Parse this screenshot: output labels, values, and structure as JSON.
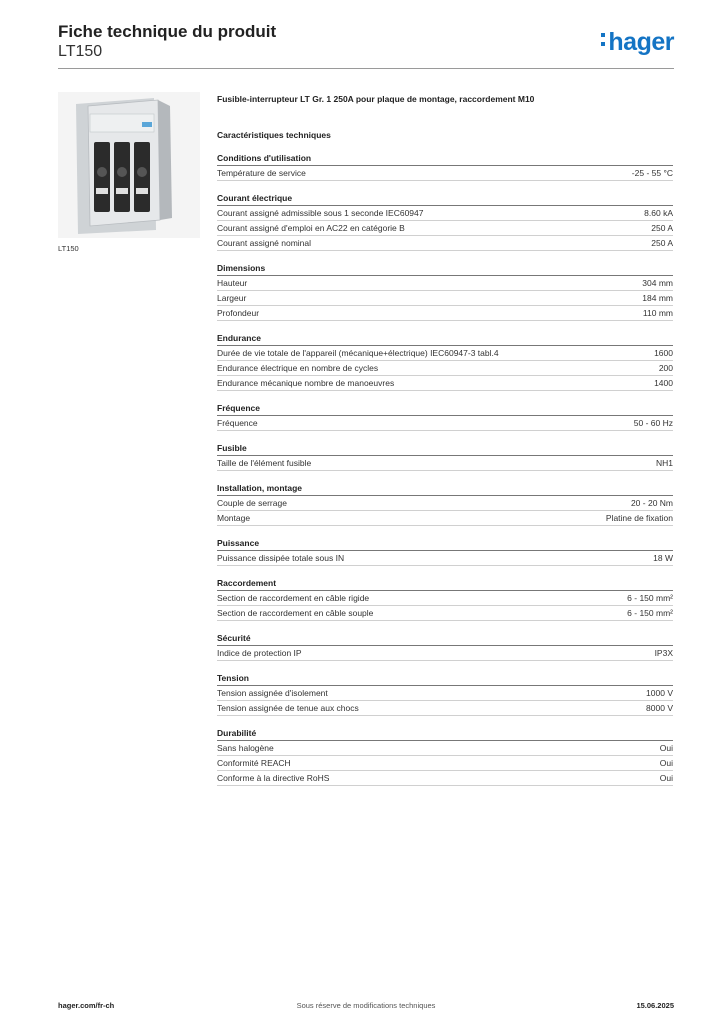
{
  "header": {
    "title": "Fiche technique du produit",
    "subtitle": "LT150",
    "brand": "hager",
    "brand_color": "#1474c4"
  },
  "image": {
    "caption": "LT150"
  },
  "product": {
    "description": "Fusible-interrupteur LT Gr. 1 250A pour plaque de montage, raccordement M10",
    "tech_heading": "Caractéristiques techniques"
  },
  "sections": [
    {
      "title": "Conditions d'utilisation",
      "rows": [
        {
          "label": "Température de service",
          "value": "-25 - 55 °C"
        }
      ]
    },
    {
      "title": "Courant électrique",
      "rows": [
        {
          "label": "Courant assigné admissible sous 1 seconde IEC60947",
          "value": "8.60 kA"
        },
        {
          "label": "Courant assigné d'emploi en AC22 en catégorie B",
          "value": "250 A"
        },
        {
          "label": "Courant assigné nominal",
          "value": "250 A"
        }
      ]
    },
    {
      "title": "Dimensions",
      "rows": [
        {
          "label": "Hauteur",
          "value": "304 mm"
        },
        {
          "label": "Largeur",
          "value": "184 mm"
        },
        {
          "label": "Profondeur",
          "value": "110 mm"
        }
      ]
    },
    {
      "title": "Endurance",
      "rows": [
        {
          "label": "Durée de vie totale de l'appareil (mécanique+électrique) IEC60947-3 tabl.4",
          "value": "1600"
        },
        {
          "label": "Endurance électrique en nombre de cycles",
          "value": "200"
        },
        {
          "label": "Endurance mécanique nombre de manoeuvres",
          "value": "1400"
        }
      ]
    },
    {
      "title": "Fréquence",
      "rows": [
        {
          "label": "Fréquence",
          "value": "50 - 60 Hz"
        }
      ]
    },
    {
      "title": "Fusible",
      "rows": [
        {
          "label": "Taille de l'élément fusible",
          "value": "NH1"
        }
      ]
    },
    {
      "title": "Installation, montage",
      "rows": [
        {
          "label": "Couple de serrage",
          "value": "20 - 20 Nm"
        },
        {
          "label": "Montage",
          "value": "Platine de fixation"
        }
      ]
    },
    {
      "title": "Puissance",
      "rows": [
        {
          "label": "Puissance dissipée totale sous IN",
          "value": "18 W"
        }
      ]
    },
    {
      "title": "Raccordement",
      "rows": [
        {
          "label": "Section de raccordement en câble rigide",
          "value": "6 - 150 mm²"
        },
        {
          "label": "Section de raccordement en câble souple",
          "value": "6 - 150 mm²"
        }
      ]
    },
    {
      "title": "Sécurité",
      "rows": [
        {
          "label": "Indice de protection IP",
          "value": "IP3X"
        }
      ]
    },
    {
      "title": "Tension",
      "rows": [
        {
          "label": "Tension assignée d'isolement",
          "value": "1000 V"
        },
        {
          "label": "Tension assignée de tenue aux chocs",
          "value": "8000 V"
        }
      ]
    },
    {
      "title": "Durabilité",
      "rows": [
        {
          "label": "Sans halogène",
          "value": "Oui"
        },
        {
          "label": "Conformité REACH",
          "value": "Oui"
        },
        {
          "label": "Conforme à la directive RoHS",
          "value": "Oui"
        }
      ]
    }
  ],
  "footer": {
    "left": "hager.com/fr-ch",
    "center": "Sous réserve de modifications techniques",
    "right": "15.06.2025"
  }
}
